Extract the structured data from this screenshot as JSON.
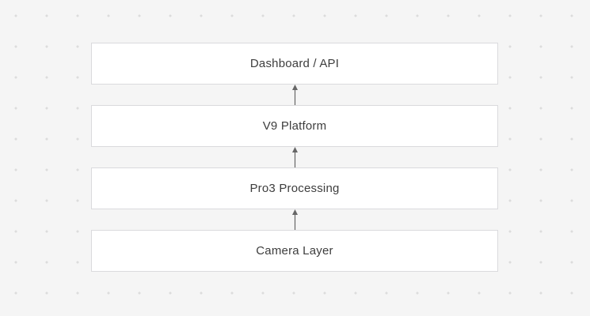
{
  "diagram": {
    "type": "layered-stack",
    "layers": [
      {
        "label": "Dashboard / API"
      },
      {
        "label": "V9 Platform"
      },
      {
        "label": "Pro3 Processing"
      },
      {
        "label": "Camera Layer"
      }
    ],
    "connections": [
      {
        "from": "Camera Layer",
        "to": "Pro3 Processing",
        "direction": "up"
      },
      {
        "from": "Pro3 Processing",
        "to": "V9 Platform",
        "direction": "up"
      },
      {
        "from": "V9 Platform",
        "to": "Dashboard / API",
        "direction": "up"
      }
    ],
    "colors": {
      "background": "#f5f5f5",
      "box": "#ffffff",
      "border": "#dadadd",
      "arrow": "#666666",
      "text": "#3d3d3d"
    }
  }
}
